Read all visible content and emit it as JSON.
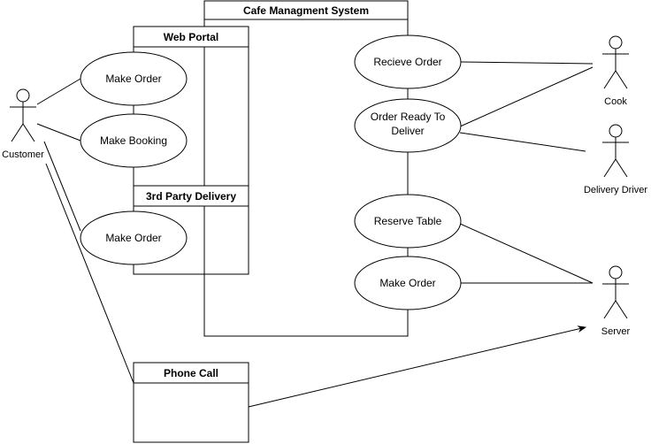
{
  "system": {
    "title": "Cafe Managment System"
  },
  "web_portal": {
    "title": "Web Portal",
    "use_cases": [
      "Make Order",
      "Make Booking"
    ]
  },
  "third_party": {
    "title": "3rd Party Delivery",
    "use_cases": [
      "Make Order"
    ]
  },
  "phone_call": {
    "title": "Phone Call"
  },
  "system_use_cases": [
    "Recieve Order",
    "Order Ready To Deliver",
    "Reserve Table",
    "Make Order"
  ],
  "actors": {
    "customer": "Customer",
    "cook": "Cook",
    "delivery_driver": "Delivery Driver",
    "server": "Server"
  }
}
